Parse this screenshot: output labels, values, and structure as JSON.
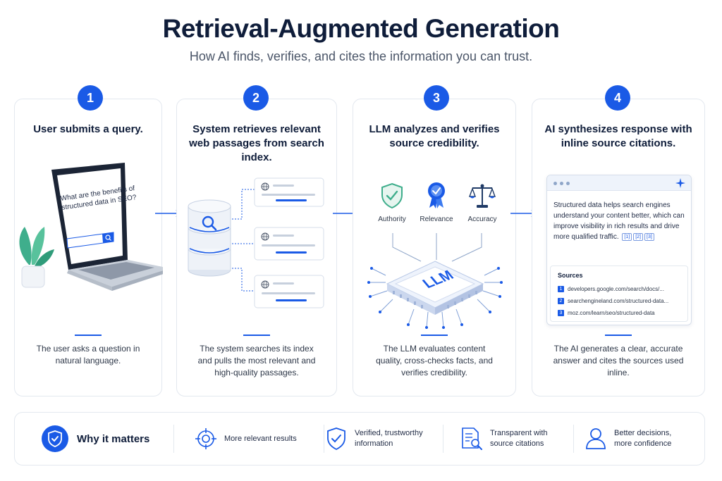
{
  "header": {
    "title": "Retrieval-Augmented Generation",
    "subtitle": "How AI finds, verifies, and cites the information you can trust."
  },
  "steps": [
    {
      "number": "1",
      "title": "User submits a query.",
      "description": "The user asks a question in natural language.",
      "laptop_query": "What are the benefits of structured data in SEO?"
    },
    {
      "number": "2",
      "title": "System retrieves relevant web passages from search index.",
      "description": "The system searches its index and pulls the most relevant and high-quality passages."
    },
    {
      "number": "3",
      "title": "LLM analyzes and verifies source credibility.",
      "description": "The LLM evaluates content quality, cross-checks facts, and verifies credibility.",
      "chip_label": "LLM",
      "criteria": [
        {
          "label": "Authority",
          "icon": "shield-check-icon"
        },
        {
          "label": "Relevance",
          "icon": "award-ribbon-icon"
        },
        {
          "label": "Accuracy",
          "icon": "balance-scale-icon"
        }
      ]
    },
    {
      "number": "4",
      "title": "AI synthesizes response with inline source citations.",
      "description": "The AI generates a clear, accurate answer and cites the sources used inline.",
      "answer_text": "Structured data helps search engines understand your content better, which can improve visibility in rich results and drive more qualified traffic.",
      "citations": [
        "[1]",
        "[2]",
        "[3]"
      ],
      "sources_title": "Sources",
      "sources": [
        {
          "num": "1",
          "url": "developers.google.com/search/docs/..."
        },
        {
          "num": "2",
          "url": "searchengineland.com/structured-data..."
        },
        {
          "num": "3",
          "url": "moz.com/learn/seo/structured-data"
        }
      ]
    }
  ],
  "footer": {
    "heading": "Why it matters",
    "items": [
      {
        "text": "More relevant results",
        "icon": "target-crosshair-icon"
      },
      {
        "text": "Verified, trustworthy information",
        "icon": "shield-check-icon"
      },
      {
        "text": "Transparent with source citations",
        "icon": "document-search-icon"
      },
      {
        "text": "Better decisions, more confidence",
        "icon": "person-icon"
      }
    ]
  },
  "colors": {
    "accent": "#1a5ae6",
    "text": "#0f1d3a",
    "plant": "#3fae8c"
  }
}
